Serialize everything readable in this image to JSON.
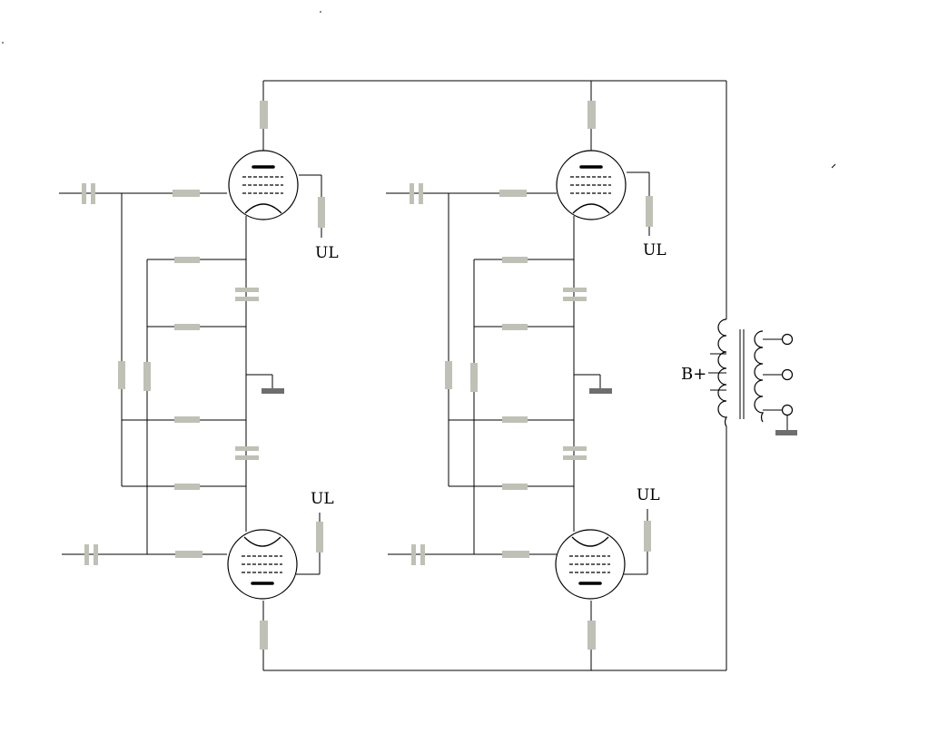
{
  "labels": {
    "ul_top_left": "UL",
    "ul_bottom_left": "UL",
    "ul_top_right": "UL",
    "ul_bottom_right": "UL",
    "b_plus": "B+"
  },
  "colors": {
    "wire": "#000000",
    "component": "#bfc1b6",
    "ground": "#6e6e6e",
    "background": "#ffffff"
  }
}
